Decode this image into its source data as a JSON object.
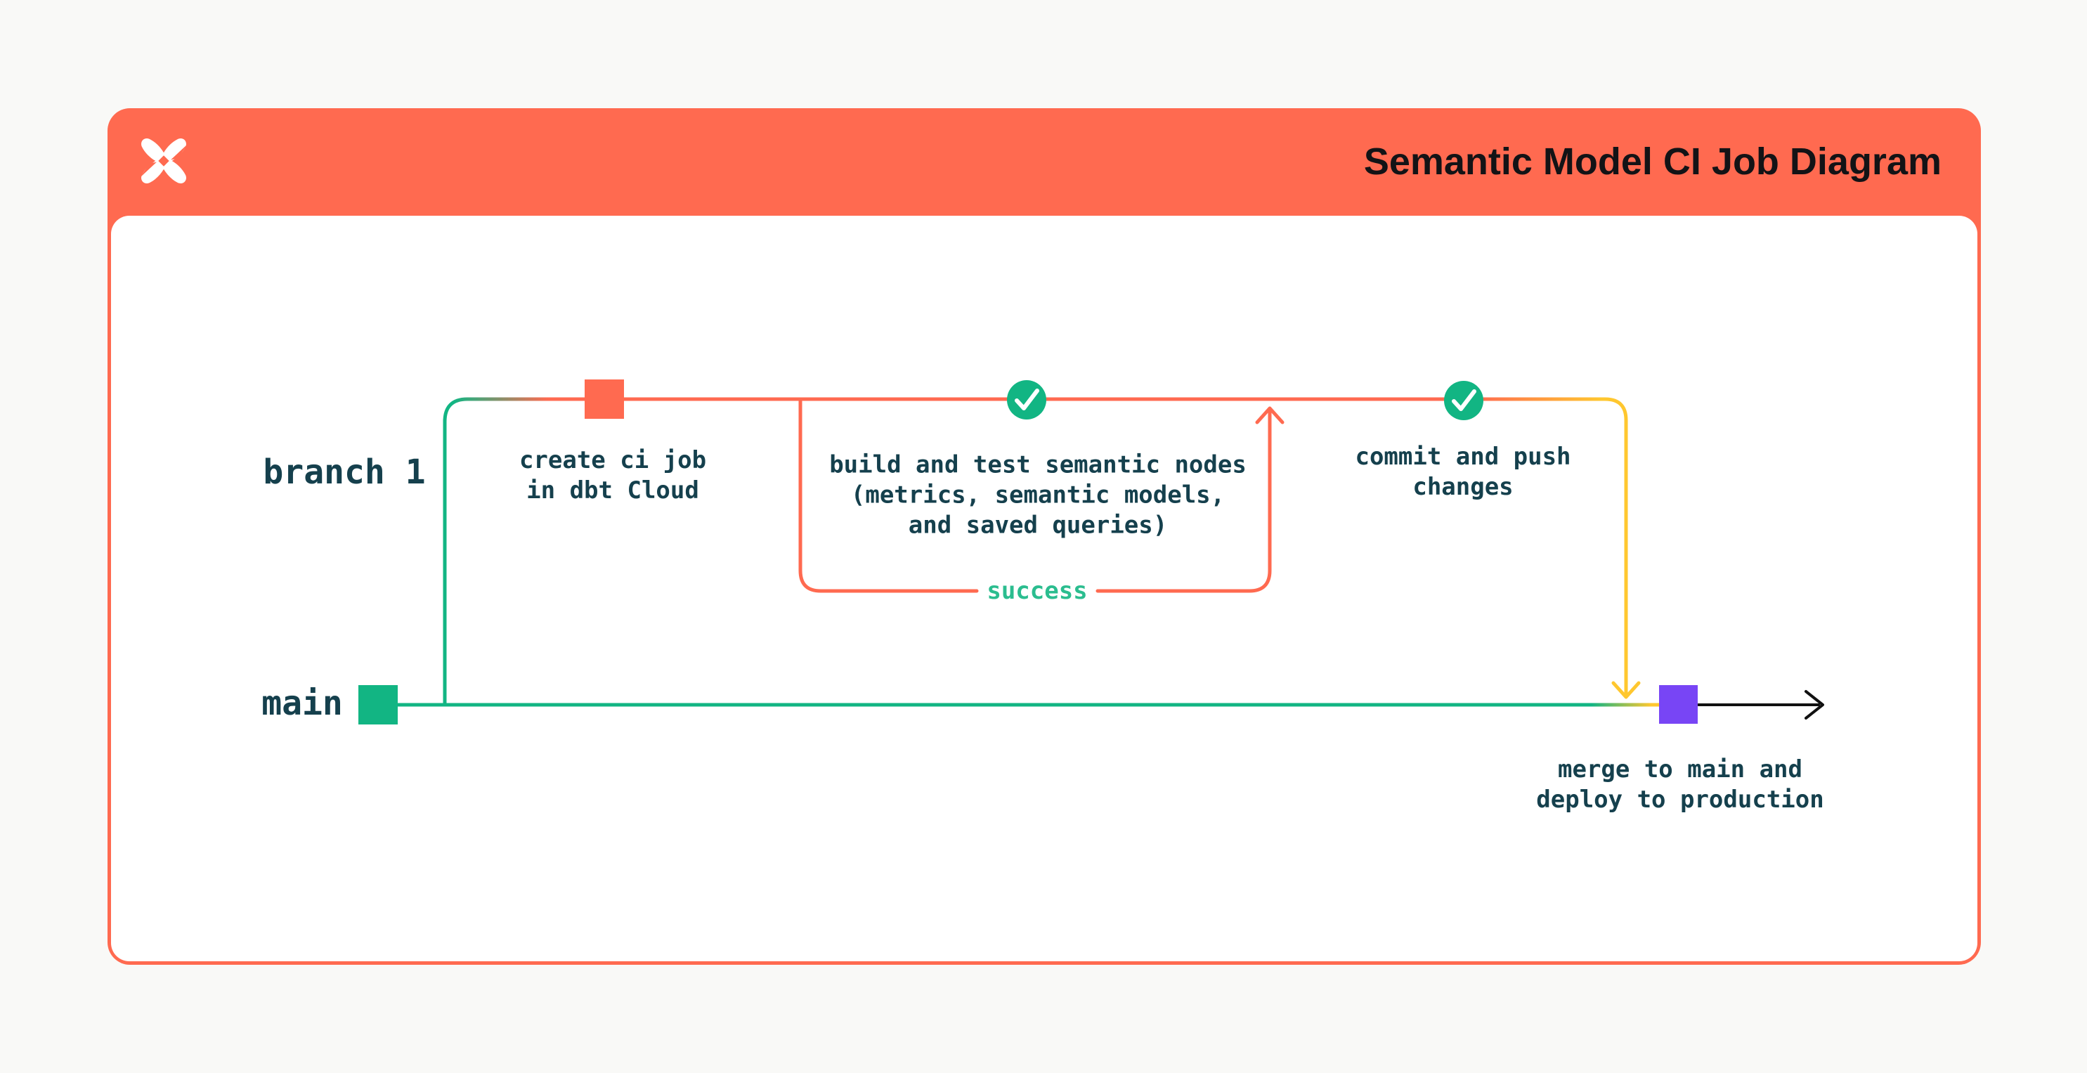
{
  "header": {
    "title": "Semantic Model CI Job Diagram"
  },
  "branches": {
    "branch1": "branch 1",
    "main": "main"
  },
  "nodes": {
    "create": {
      "line1": "create ci job",
      "line2": "in dbt Cloud"
    },
    "build": {
      "line1": "build and test semantic nodes",
      "line2": "(metrics, semantic models,",
      "line3": "and saved queries)"
    },
    "commit": {
      "line1": "commit and push",
      "line2": "changes"
    },
    "merge": {
      "line1": "merge to main and",
      "line2": "deploy to production"
    }
  },
  "loop": {
    "label": "success"
  },
  "colors": {
    "orange": "#FF6A50",
    "green": "#12B583",
    "yellow": "#FFC72F",
    "purple": "#7845F5",
    "text": "#15404D",
    "success": "#2BBD8F",
    "title": "#131316",
    "black": "#111111"
  }
}
